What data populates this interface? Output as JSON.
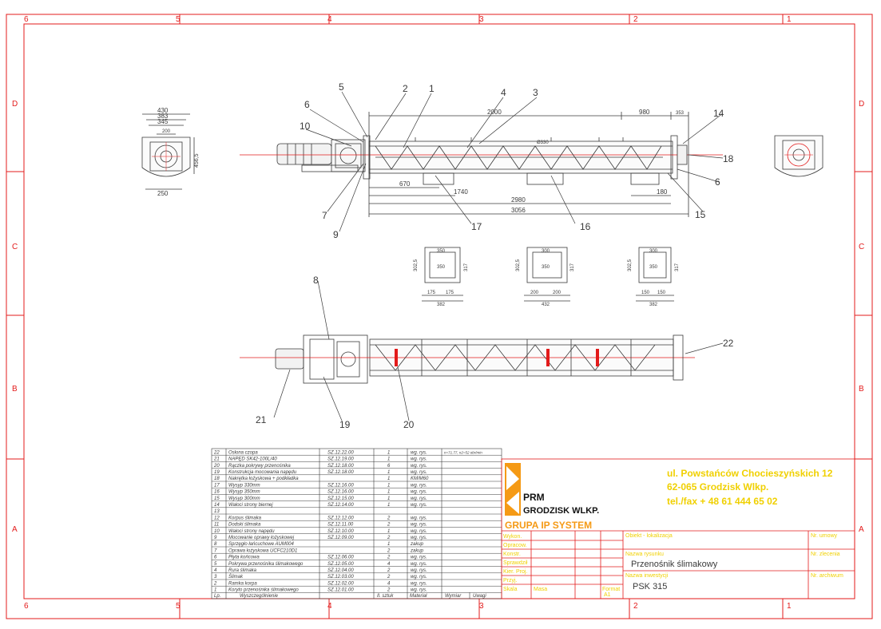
{
  "frame": {
    "cols_top": [
      "6",
      "5",
      "4",
      "3",
      "2",
      "1"
    ],
    "cols_bottom": [
      "6",
      "5",
      "4",
      "3",
      "2",
      "1"
    ],
    "rows_left": [
      "D",
      "C",
      "B",
      "A"
    ],
    "rows_right": [
      "D",
      "C",
      "B",
      "A"
    ]
  },
  "balloons": {
    "b1": "1",
    "b2": "2",
    "b3": "3",
    "b4": "4",
    "b5": "5",
    "b6a": "6",
    "b6b": "6",
    "b7": "7",
    "b8": "8",
    "b9": "9",
    "b10": "10",
    "b14": "14",
    "b15": "15",
    "b16": "16",
    "b17": "17",
    "b18": "18",
    "b19": "19",
    "b20": "20",
    "b21": "21",
    "b22": "22"
  },
  "dims": {
    "d2000": "2000",
    "d980": "980",
    "d353": "353",
    "d670": "670",
    "d1740": "1740",
    "d2980": "2980",
    "d3056": "3056",
    "d180": "180",
    "dD330": "Ø330",
    "e430": "430",
    "e383": "383",
    "e345": "345",
    "e200": "200",
    "e456": "456,5",
    "e250": "250",
    "s1a": "350",
    "s1b": "350",
    "s1c": "175",
    "s1d": "175",
    "s1e": "382",
    "s1f": "302,5",
    "s1g": "317",
    "s2a": "300",
    "s2b": "350",
    "s2c": "200",
    "s2d": "200",
    "s2e": "432",
    "s2f": "302,5",
    "s2g": "317",
    "s3a": "300",
    "s3b": "350",
    "s3c": "150",
    "s3d": "150",
    "s3e": "382",
    "s3f": "302,5",
    "s3g": "317"
  },
  "bom": {
    "rows": [
      {
        "no": "22",
        "name": "Osłona czopa",
        "code": "SZ.12.22.00",
        "qty": "1",
        "mat": "wg. rys.",
        "extra": "n=71.77, n2=52 obr/min"
      },
      {
        "no": "21",
        "name": "NAPĘD SK42-100L/40",
        "code": "SZ.12.19.00",
        "qty": "1",
        "mat": "wg. rys.",
        "extra": ""
      },
      {
        "no": "20",
        "name": "Rączka pokrywy przenośnika",
        "code": "SZ.12.18.00",
        "qty": "6",
        "mat": "wg. rys.",
        "extra": ""
      },
      {
        "no": "19",
        "name": "Konstrukcja mocowania napędu",
        "code": "SZ.12.18.00",
        "qty": "1",
        "mat": "wg. rys.",
        "extra": ""
      },
      {
        "no": "18",
        "name": "Nakrętka łożyskowa + podkładka",
        "code": "",
        "qty": "1",
        "mat": "KM/M60",
        "extra": ""
      },
      {
        "no": "17",
        "name": "Wysyp 330mm",
        "code": "SZ.12.16.00",
        "qty": "1",
        "mat": "wg. rys.",
        "extra": ""
      },
      {
        "no": "16",
        "name": "Wysyp 350mm",
        "code": "SZ.12.16.00",
        "qty": "1",
        "mat": "wg. rys.",
        "extra": ""
      },
      {
        "no": "15",
        "name": "Wysyp 300mm",
        "code": "SZ.12.15.00",
        "qty": "1",
        "mat": "wg. rys.",
        "extra": ""
      },
      {
        "no": "14",
        "name": "Wałoci strony biernej",
        "code": "SZ.12.14.00",
        "qty": "1",
        "mat": "wg. rys.",
        "extra": ""
      },
      {
        "no": "13",
        "name": "",
        "code": "",
        "qty": "",
        "mat": "",
        "extra": ""
      },
      {
        "no": "12",
        "name": "Korpus ślimaka",
        "code": "SZ.12.12.00",
        "qty": "2",
        "mat": "wg. rys.",
        "extra": ""
      },
      {
        "no": "11",
        "name": "Dodski ślimaka",
        "code": "SZ.12.11.00",
        "qty": "2",
        "mat": "wg. rys.",
        "extra": ""
      },
      {
        "no": "10",
        "name": "Wałoci strony napędu",
        "code": "SZ.12.10.00",
        "qty": "1",
        "mat": "wg. rys.",
        "extra": ""
      },
      {
        "no": "9",
        "name": "Mocowanie oprawy łożyskowej",
        "code": "SZ.12.09.00",
        "qty": "2",
        "mat": "wg. rys.",
        "extra": ""
      },
      {
        "no": "8",
        "name": "Sprzęgło łańcuchowe AUM004",
        "code": "",
        "qty": "1",
        "mat": "zakup",
        "extra": ""
      },
      {
        "no": "7",
        "name": "Oprawa łożyskowa UCFC210D1",
        "code": "",
        "qty": "2",
        "mat": "zakup",
        "extra": ""
      },
      {
        "no": "6",
        "name": "Płyta końcowa",
        "code": "SZ.12.06.00",
        "qty": "2",
        "mat": "wg. rys.",
        "extra": ""
      },
      {
        "no": "5",
        "name": "Pokrywa przenośnika ślimakowego",
        "code": "SZ.12.05.00",
        "qty": "4",
        "mat": "wg. rys.",
        "extra": ""
      },
      {
        "no": "4",
        "name": "Rura ślimaka",
        "code": "SZ.12.04.00",
        "qty": "2",
        "mat": "wg. rys.",
        "extra": ""
      },
      {
        "no": "3",
        "name": "Ślimak",
        "code": "SZ.12.03.00",
        "qty": "2",
        "mat": "wg. rys.",
        "extra": ""
      },
      {
        "no": "2",
        "name": "Ramka korpa",
        "code": "SZ.12.02.00",
        "qty": "4",
        "mat": "wg. rys.",
        "extra": ""
      },
      {
        "no": "1",
        "name": "Koryto przenośnika ślimakowego",
        "code": "SZ.12.01.00",
        "qty": "2",
        "mat": "wg. rys.",
        "extra": ""
      }
    ],
    "header": {
      "no": "Lp.",
      "name": "Wyszczególnienie",
      "code": "",
      "qty": "Il. sztuk",
      "mat": "Materiał",
      "dim": "Wymiar",
      "rem": "Uwagi"
    }
  },
  "title_block": {
    "logo_line1": "PRM",
    "logo_line2": "GRODZISK WLKP.",
    "logo_line3": "GRUPA IP SYSTEM",
    "addr1": "ul. Powstańców Chocieszyńskich 12",
    "addr2": "62-065 Grodzisk Wlkp.",
    "addr3": "tel./fax + 48 61 444 65 02",
    "lbl_wyk": "Wykon.",
    "lbl_opr": "Opracow.",
    "lbl_kon": "Konstr.",
    "lbl_spr": "Sprawdził",
    "lbl_kier": "Kier. Proj.",
    "lbl_prz": "Przyj.",
    "lbl_skala": "Skala",
    "lbl_masa": "Masa",
    "lbl_format": "Format",
    "val_format": "A1",
    "lbl_obiekt": "Obiekt - lokalizacja",
    "lbl_nr_umowy": "Nr. umowy",
    "lbl_nazwa": "Nazwa rysunku",
    "lbl_nr_zlecenia": "Nr. zlecenia",
    "lbl_nazwa_inw": "Nazwa inwestycji",
    "lbl_nr_arch": "Nr. archiwum",
    "drawing_name": "Przenośnik ślimakowy",
    "investment": "PSK 315"
  },
  "colors": {
    "frame": "#e31b1b",
    "line": "#3a3a3a",
    "yellow": "#f0d000",
    "orange": "#f59a15",
    "red": "#e31b1b"
  }
}
